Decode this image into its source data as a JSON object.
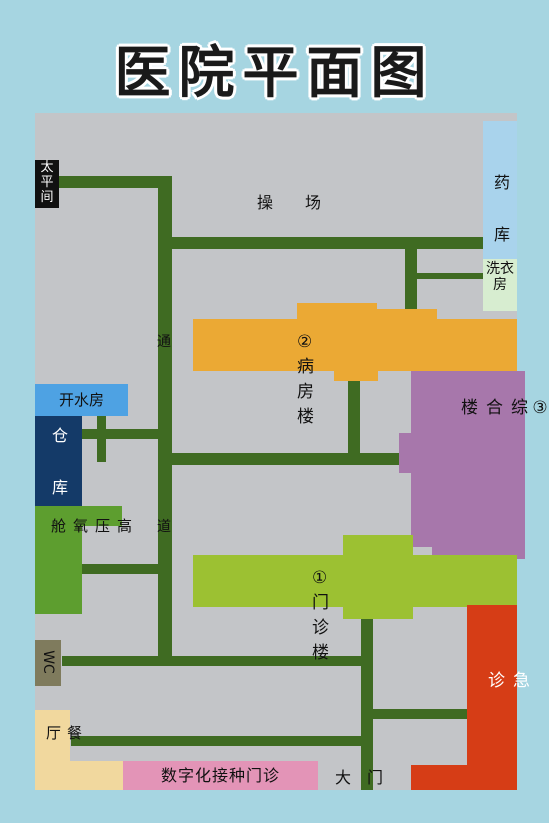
{
  "title": "医院平面图",
  "places": {
    "playground": "操　　场",
    "pharmacy": "药　库",
    "laundry": "洗衣房",
    "ward": "② 病 房 楼",
    "general": "③ 综 合 楼",
    "outpatient": "① 门 诊 楼",
    "boiler": "开水房",
    "warehouse": "仓　库",
    "oxygen": "高压氧舱",
    "wc": "WC",
    "canteen": "餐　厅",
    "vaccination": "数字化接种门诊",
    "gate": "大　门",
    "emergency": "急　诊",
    "morgue": "太平间",
    "road_top": "通",
    "road_bottom": "道"
  },
  "colors": {
    "background": "#a6d5e1",
    "ground": "#c3c5c8",
    "road": "#3f6b22",
    "pharmacy": "#a9d3ec",
    "laundry": "#d7edd0",
    "ward": "#eba934",
    "general": "#a777ab",
    "outpatient": "#9cc132",
    "boiler": "#4ea2e3",
    "warehouse": "#143a68",
    "oxygen": "#5d9e2f",
    "wc": "#7f7b5d",
    "canteen": "#f1d89e",
    "vaccination": "#e394b7",
    "emergency": "#d63d16",
    "morgue": "#111111"
  }
}
